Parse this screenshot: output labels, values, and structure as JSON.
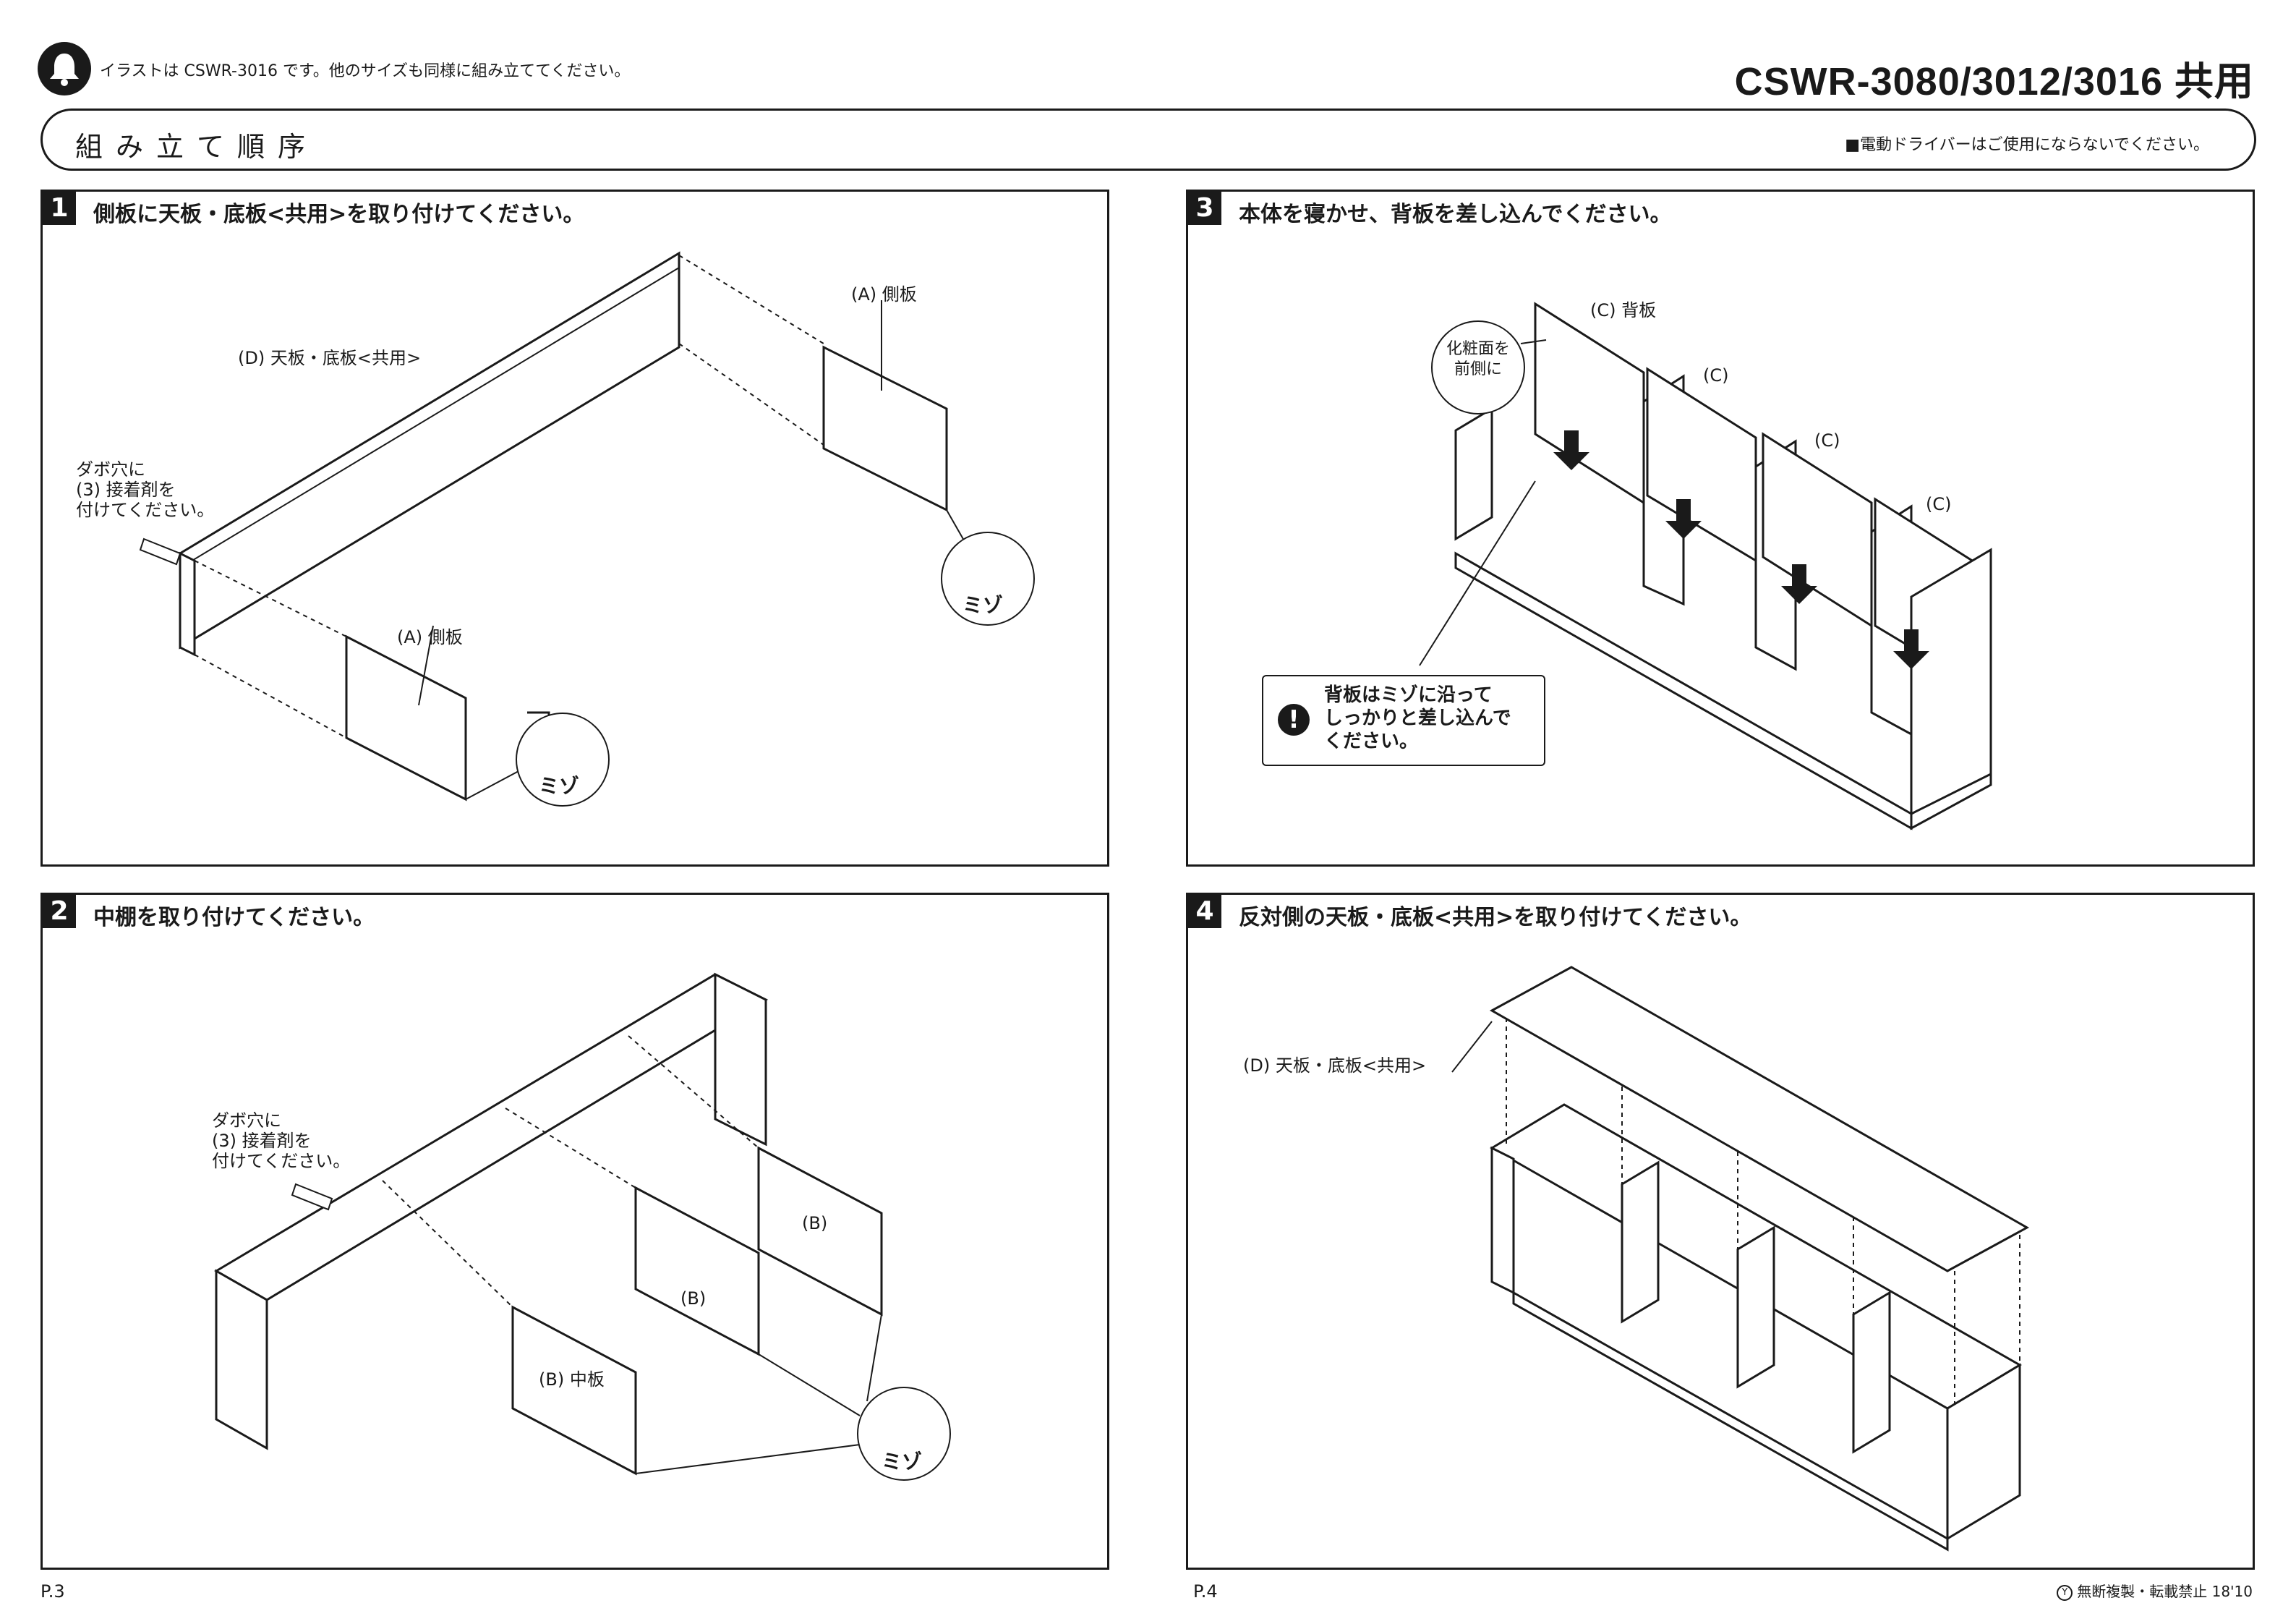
{
  "header": {
    "note": "イラストは CSWR-3016 です。他のサイズも同様に組み立ててください。",
    "model": "CSWR-3080/3012/3016 共用",
    "section_title": "組み立て順序",
    "section_note": "■電動ドライバーはご使用にならないでください。"
  },
  "steps": [
    {
      "number": "1",
      "title": "側板に天板・底板<共用>を取り付けてください。",
      "labels": {
        "top_panel": "(D) 天板・底板<共用>",
        "side_panel_a1": "(A) 側板",
        "side_panel_a2": "(A) 側板",
        "glue_note": "ダボ穴に\n(3) 接着剤を\n付けてください。",
        "groove1": "ミゾ",
        "groove2": "ミゾ"
      }
    },
    {
      "number": "2",
      "title": "中棚を取り付けてください。",
      "labels": {
        "glue_note": "ダボ穴に\n(3) 接着剤を\n付けてください。",
        "mid_panel": "(B) 中板",
        "b2": "(B)",
        "b3": "(B)",
        "groove": "ミゾ"
      }
    },
    {
      "number": "3",
      "title": "本体を寝かせ、背板を差し込んでください。",
      "labels": {
        "back_panel": "(C) 背板",
        "c2": "(C)",
        "c3": "(C)",
        "c4": "(C)",
        "bubble": "化粧面を\n前側に",
        "warning": "背板はミゾに沿って\nしっかりと差し込んで\nください。"
      }
    },
    {
      "number": "4",
      "title": "反対側の天板・底板<共用>を取り付けてください。",
      "labels": {
        "top_panel": "(D) 天板・底板<共用>"
      }
    }
  ],
  "footer": {
    "page_left": "P.3",
    "page_right": "P.4",
    "copyright_mark": "Y",
    "copyright": "無断複製・転載禁止  18'10"
  }
}
